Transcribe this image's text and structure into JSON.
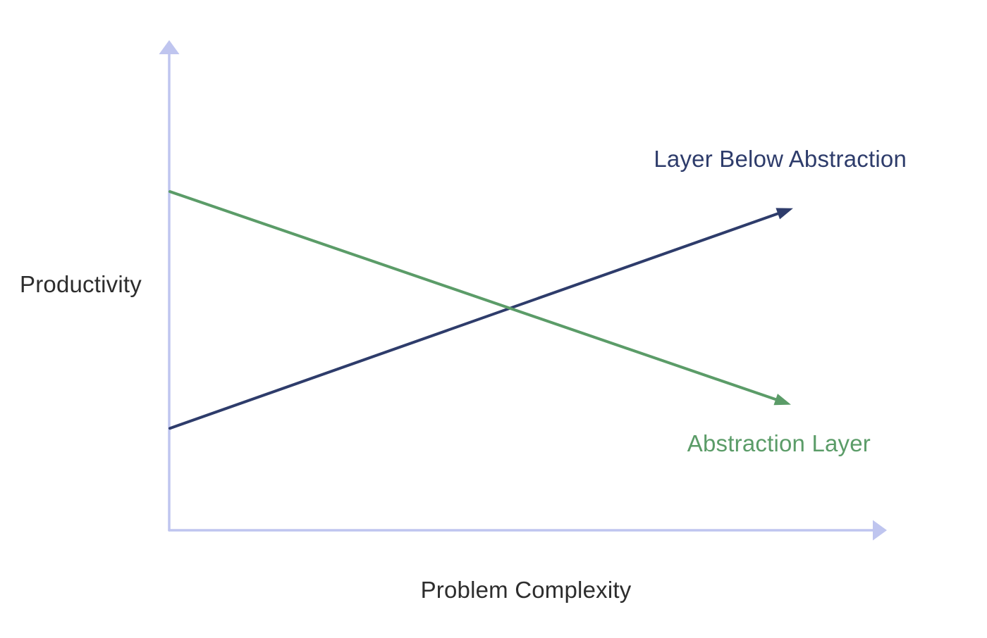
{
  "chart_data": {
    "type": "line",
    "title": "",
    "xlabel": "Problem Complexity",
    "ylabel": "Productivity",
    "grid": false,
    "ticks": false,
    "legend_position": "inline-end-labels",
    "axis_style": "arrowhead-axes",
    "axis_color": "#bfc5ef",
    "axis_label_color": "#2d2d2d",
    "background": "#ffffff",
    "x_range": [
      0,
      1
    ],
    "y_range": [
      0,
      1
    ],
    "series": [
      {
        "name": "Layer Below Abstraction",
        "color": "#2e3c6b",
        "trend": "increasing",
        "arrowhead_end": true,
        "points": [
          {
            "x": 0.001,
            "y": 0.208
          },
          {
            "x": 0.848,
            "y": 0.646
          }
        ]
      },
      {
        "name": "Abstraction Layer",
        "color": "#5b9c68",
        "trend": "decreasing",
        "arrowhead_end": true,
        "points": [
          {
            "x": 0.001,
            "y": 0.691
          },
          {
            "x": 0.845,
            "y": 0.267
          }
        ]
      }
    ]
  }
}
